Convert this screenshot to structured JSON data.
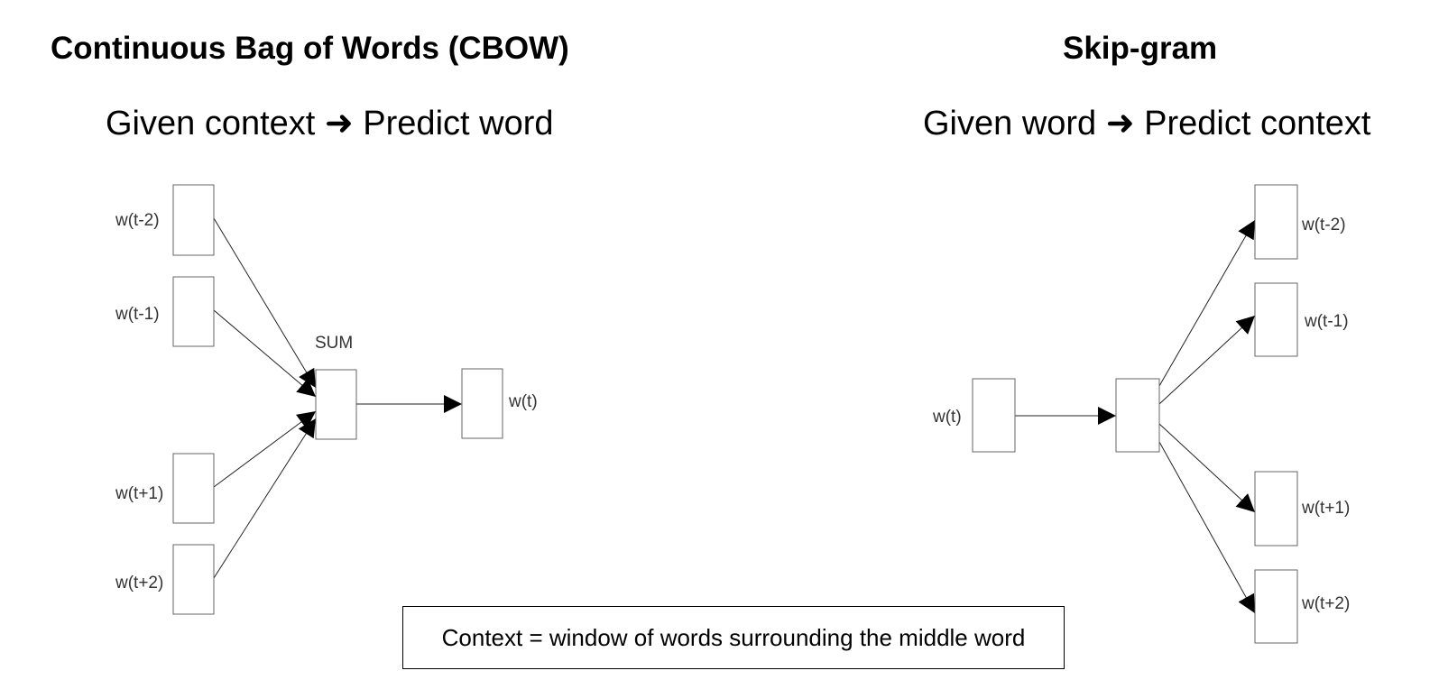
{
  "cbow": {
    "title": "Continuous Bag of Words (CBOW)",
    "subtitle": "Given context ➜ Predict word",
    "sum_label": "SUM",
    "inputs": [
      "w(t-2)",
      "w(t-1)",
      "w(t+1)",
      "w(t+2)"
    ],
    "output": "w(t)"
  },
  "skipgram": {
    "title": "Skip-gram",
    "subtitle": "Given word ➜ Predict context",
    "input": "w(t)",
    "outputs": [
      "w(t-2)",
      "w(t-1)",
      "w(t+1)",
      "w(t+2)"
    ]
  },
  "note": "Context = window of words surrounding the middle word"
}
